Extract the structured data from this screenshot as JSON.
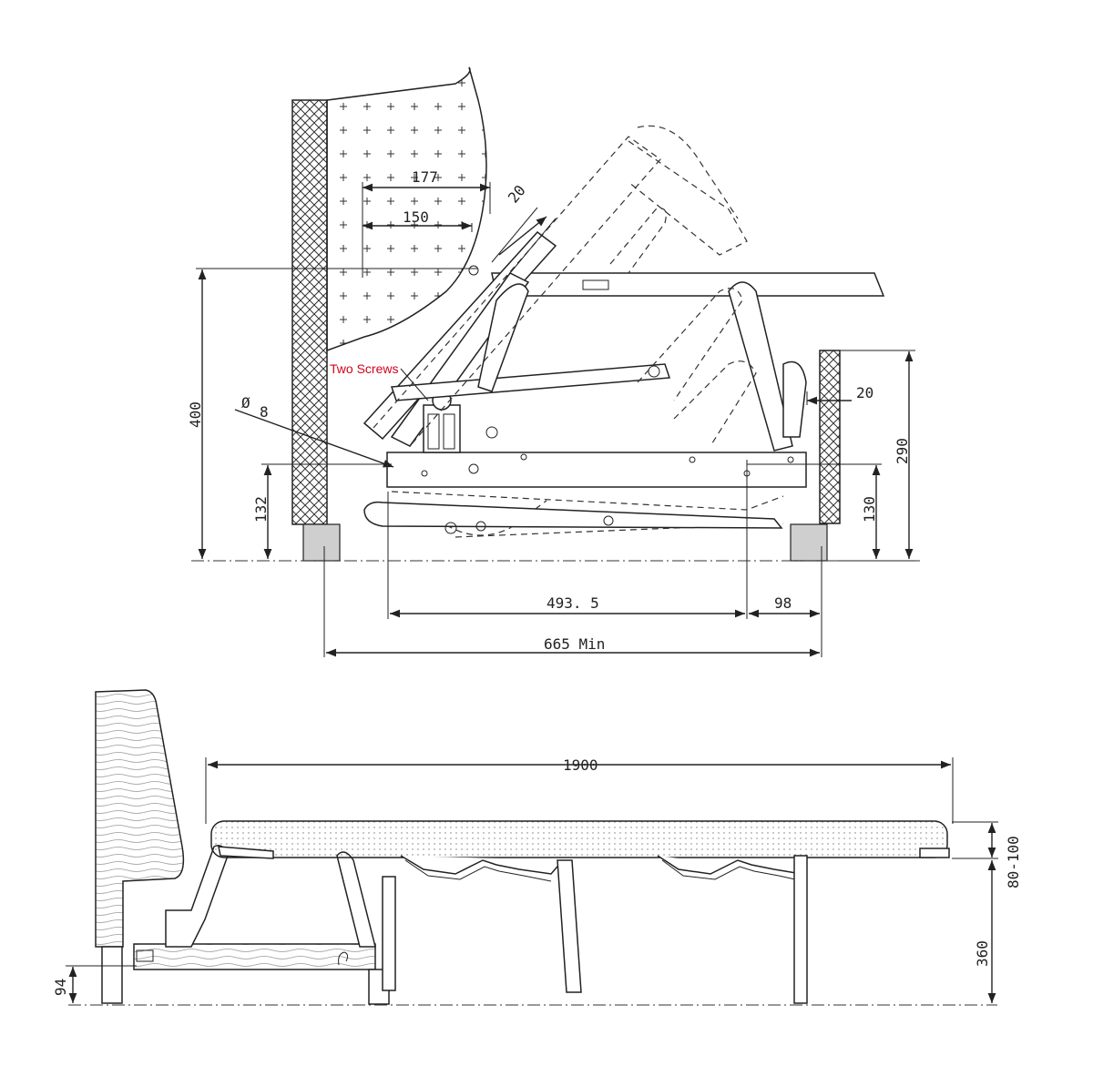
{
  "top_view": {
    "dims": {
      "d177": "177",
      "d150": "150",
      "d20_top": "20",
      "d400": "400",
      "d8": "8",
      "d132": "132",
      "d20_right": "20",
      "d290": "290",
      "d130": "130",
      "d493": "493. 5",
      "d98": "98",
      "d665": "665 Min"
    },
    "note": "Two Screws",
    "dia_symbol": "Ø"
  },
  "bottom_view": {
    "dims": {
      "d1900": "1900",
      "d80": "80-100",
      "d360": "360",
      "d94": "94"
    }
  }
}
